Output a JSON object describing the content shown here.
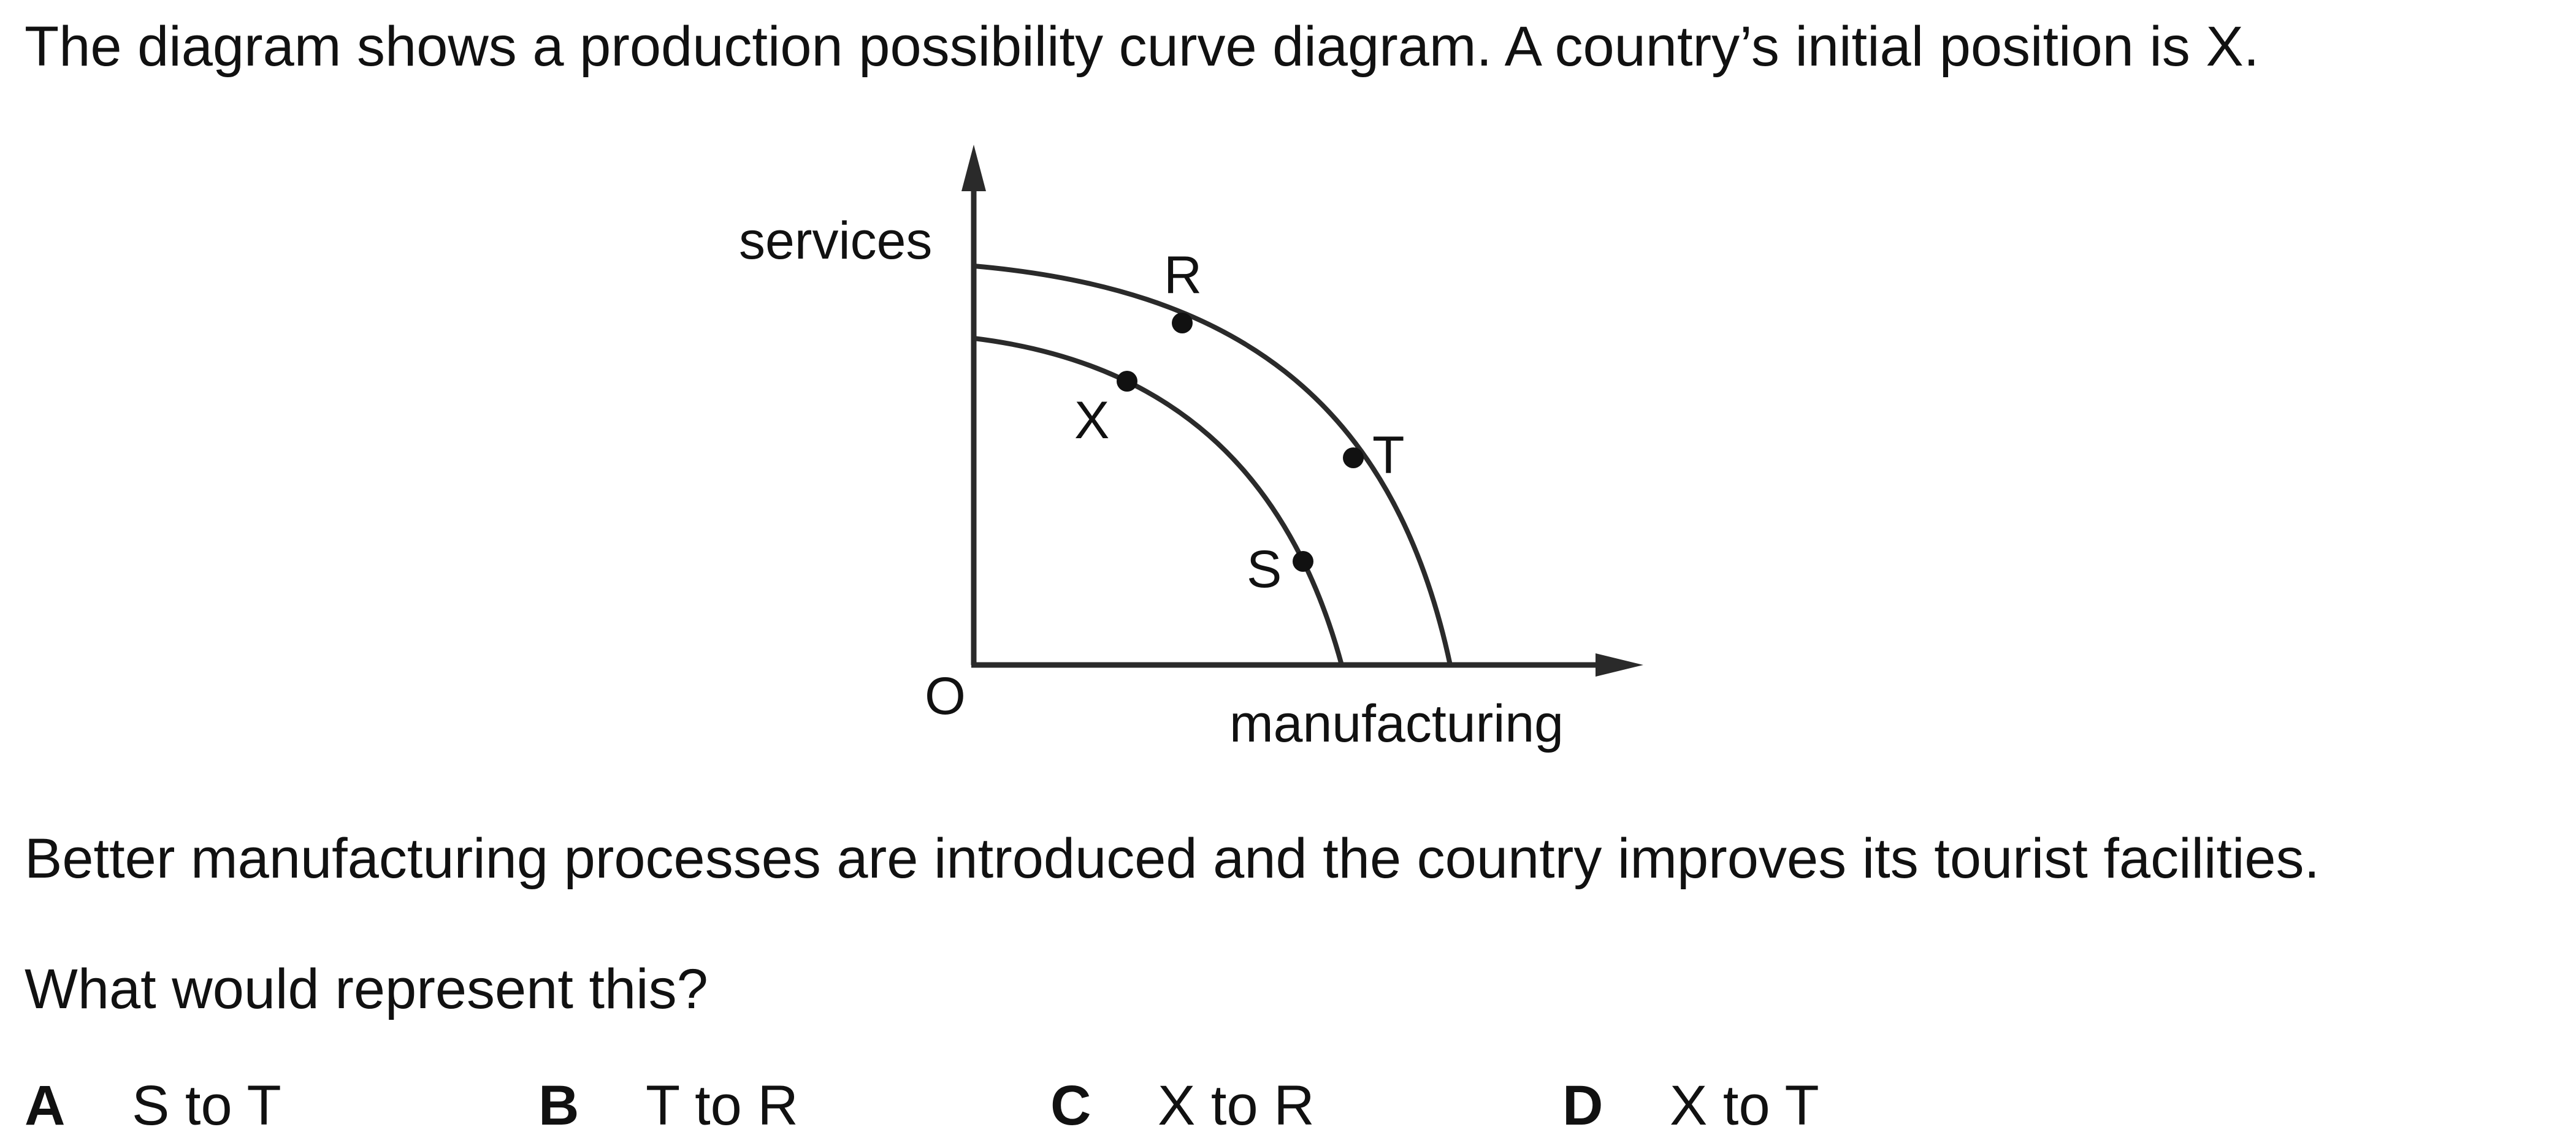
{
  "question": {
    "intro": "The diagram shows a production possibility curve diagram. A country’s initial position is X.",
    "stem": "Better manufacturing processes are introduced and the country improves its tourist facilities.",
    "prompt": "What would represent this?"
  },
  "diagram": {
    "y_axis_label": "services",
    "x_axis_label": "manufacturing",
    "origin_label": "O",
    "points": {
      "R": "R",
      "T": "T",
      "X": "X",
      "S": "S"
    }
  },
  "options": [
    {
      "letter": "A",
      "text": "S to T"
    },
    {
      "letter": "B",
      "text": "T to R"
    },
    {
      "letter": "C",
      "text": "X to R"
    },
    {
      "letter": "D",
      "text": "X to T"
    }
  ]
}
